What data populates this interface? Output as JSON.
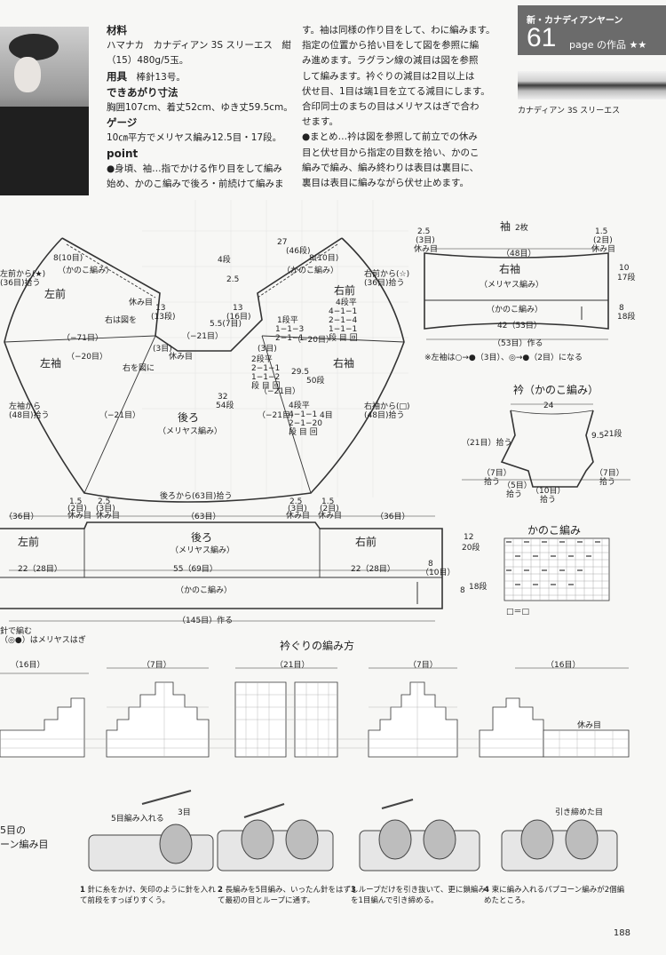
{
  "header": {
    "series": "新・カナディアンヤーン",
    "page_num": "61",
    "page_label": "page の作品 ★★"
  },
  "yarn_caption": "カナディアン 3S スリーエス",
  "materials": {
    "title": "材料",
    "line1": "ハマナカ　カナディアン 3S スリーエス　紺",
    "line2": "（15）480g/5玉。",
    "tools_title": "用具",
    "tools": "棒針13号。",
    "size_title": "できあがり寸法",
    "size": "胸囲107cm、着丈52cm、ゆき丈59.5cm。",
    "gauge_title": "ゲージ",
    "gauge": "10㎝平方でメリヤス編み12.5目・17段。",
    "point_title": "point",
    "point1": "●身頃、袖…指でかける作り目をして編み",
    "point2": "始め、かのこ編みで後ろ・前続けて編みま"
  },
  "instructions": [
    "す。袖は同様の作り目をして、わに編みます。",
    "指定の位置から拾い目をして図を参照に編",
    "み進めます。ラグラン線の減目は図を参照",
    "して編みます。衿ぐりの減目は2目以上は",
    "伏せ目、1目は端1目を立てる減目にします。",
    "合印同士のまちの目はメリヤスはぎで合わ",
    "せます。",
    "●まとめ…衿は図を参照して前立での休み",
    "目と伏せ目から指定の目数を拾い、かのこ",
    "編みで編み、編み終わりは表目は裏目に、",
    "裏目は表目に編みながら伏せ止めます。"
  ],
  "yoke": {
    "left_front": "左前",
    "right_front": "右前",
    "left_sleeve": "左袖",
    "right_sleeve": "右袖",
    "back": "後ろ",
    "back_stitch": "（メリヤス編み）",
    "kanoko": "（かのこ編み）",
    "l1": "8(10目)",
    "l2": "左前から(★)",
    "l3": "(36目)拾う",
    "l4": "休み目",
    "l5": "右は図を",
    "l6": "（−71目）",
    "l7": "（−20目）",
    "l8": "右を図に",
    "l9": "左袖から",
    "l10": "(48目)拾う",
    "l11": "（−21目）",
    "l12": "13",
    "l13": "(13段)",
    "l14": "13",
    "l15": "(16目)",
    "l16": "5.5(7目)",
    "l17": "（−21目）",
    "l18": "4段",
    "l19": "2.5",
    "l20": "27",
    "l21": "(46段)",
    "l22": "8(10目)",
    "l23": "右前から(☆)",
    "l24": "(36目)拾う",
    "l25": "1段平",
    "l26": "1−1−3",
    "l27": "2−1−1",
    "l28": "4段平",
    "l29": "4−1−1",
    "l30": "2−1−4",
    "l31": "1−1−1",
    "l32": "段 目 回",
    "l33": "（−20目）",
    "l34": "2段平",
    "l35": "2−1−1",
    "l36": "1−1−2",
    "l37": "段 目 回",
    "l38": "29.5",
    "l39": "50段",
    "l40": "（−21目）",
    "l41": "32",
    "l42": "54段",
    "l43": "（−21目）",
    "l44": "4段平",
    "l45": "4−1−1",
    "l46": "2−1−20",
    "l47": "段 目 回",
    "l48": "4目",
    "l49": "右袖から(□)",
    "l50": "(48目)拾う",
    "l51": "後ろから(63目)拾う",
    "l52": "(3目)",
    "l53": "(3目)",
    "l54": "休み目"
  },
  "sleeve": {
    "title": "袖",
    "count": "2枚",
    "name": "右袖",
    "stitch": "（メリヤス編み）",
    "kanoko": "（かのこ編み）",
    "top": "（48目）",
    "bottom": "42（53目）",
    "cast": "（53目）作る",
    "l1": "2.5",
    "l2": "(3目)",
    "l3": "休み目",
    "l4": "1.5",
    "l5": "(2目)",
    "l6": "休み目",
    "l7": "10",
    "l8": "17段",
    "l9": "8",
    "l10": "18段",
    "note": "※左袖は○→●（3目）、◎→●（2目）になる"
  },
  "collar": {
    "title": "衿（かのこ編み）",
    "w": "24",
    "l1": "（21目）拾う",
    "l2": "9.5",
    "l3": "21段",
    "l4": "（7目）",
    "l5": "拾う",
    "l6": "（5目）",
    "l7": "拾う",
    "l8": "（10目）",
    "l9": "拾う",
    "l10": "（7目）",
    "l11": "拾う"
  },
  "kanoko_chart": {
    "title": "かのこ編み",
    "legend": "□＝□"
  },
  "body": {
    "left_front": "左前",
    "right_front": "右前",
    "back": "後ろ",
    "stitch": "（メリヤス編み）",
    "kanoko": "（かのこ編み）",
    "w_left": "22（28目）",
    "w_back": "55（69目）",
    "w_right": "22（28目）",
    "top_left": "（36目）",
    "top_back": "（63目）",
    "top_right": "（36目）",
    "cast": "（145目）作る",
    "h1": "12",
    "h2": "20段",
    "h3": "8",
    "h4": "18段",
    "h5": "8",
    "h6": "（10目）",
    "l1": "1.5",
    "l2": "(2目)",
    "l3": "休み目",
    "l4": "2.5",
    "l5": "(3目)",
    "l6": "休み目",
    "l7": "2.5",
    "l8": "(3目)",
    "l9": "休み目",
    "l10": "1.5",
    "l11": "(2目)",
    "l12": "休み目"
  },
  "neck": {
    "title": "衿ぐりの編み方",
    "c1": "（7目）",
    "c2": "（21目）",
    "c3": "（7目）",
    "c4": "（16目）",
    "c5": "（16目）",
    "rest": "休み目",
    "note1": "針で編む",
    "note2": "（◎●）はメリヤスはぎ"
  },
  "popcorn": {
    "side_title": "5目の",
    "side_sub": "ーン編み目",
    "s1n": "1",
    "s1": "針に糸をかけ、矢印のように針を入れて前段をすっぽりすくう。",
    "s2n": "2",
    "s2": "長編みを5目編み、いったん針をはずして最初の目とループに通す。",
    "s3n": "3",
    "s3": "ループだけを引き抜いて、更に鎖編みを1目編んで引き締める。",
    "s4n": "4",
    "s4": "束に編み入れるパプコーン編みが2個編めたところ。",
    "tag1": "5目編み入れる",
    "tag2": "3目",
    "tag3": "引き締めた目"
  },
  "page_number": "188"
}
